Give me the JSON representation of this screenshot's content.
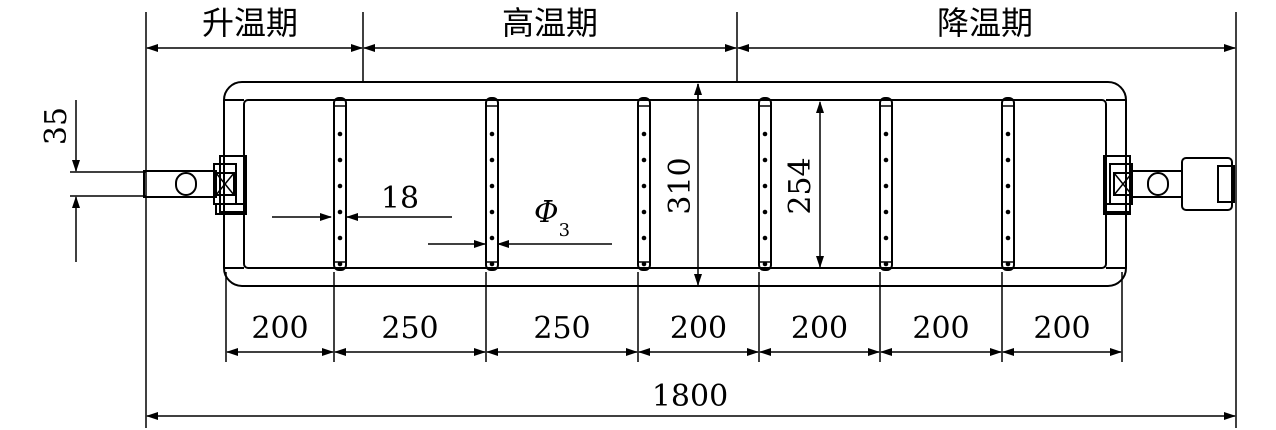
{
  "zones": {
    "heating": "升温期",
    "high_temp": "高温期",
    "cooling": "降温期"
  },
  "dimensions": {
    "pipe_diameter": "35",
    "fin_thickness": "18",
    "hole_diameter_symbol": "Φ",
    "hole_diameter_subscript": "3",
    "outer_height": "310",
    "inner_height": "254",
    "total_length": "1800",
    "segments": [
      "200",
      "250",
      "250",
      "200",
      "200",
      "200",
      "200"
    ]
  },
  "colors": {
    "line": "#000000",
    "background": "#ffffff"
  }
}
